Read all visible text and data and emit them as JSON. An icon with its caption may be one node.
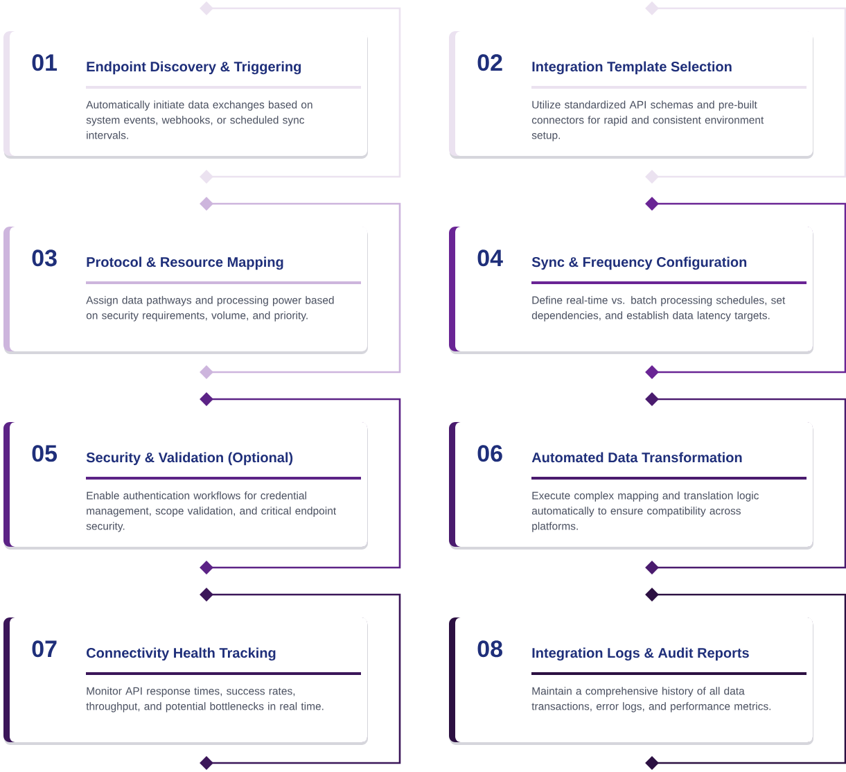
{
  "diagram": {
    "nodes": [
      {
        "text": [
          "01",
          "Endpoint Discovery & Triggering",
          "Automatically initiate data exchanges based on system events, webhooks, or scheduled sync intervals."
        ]
      },
      {
        "text": [
          "02",
          "Integration Template Selection",
          "Utilize standardized API schemas and pre-built connectors for rapid and consistent environment setup."
        ]
      },
      {
        "text": [
          "03",
          "Protocol & Resource Mapping",
          "Assign data pathways and processing power based on security requirements, volume, and priority."
        ]
      },
      {
        "text": [
          "04",
          "Sync & Frequency Configuration",
          "Define real-time vs. batch processing schedules, set dependencies, and establish data latency targets."
        ]
      },
      {
        "text": [
          "05",
          "Security & Validation (Optional)",
          "Enable authentication workflows for credential management, scope validation, and critical endpoint security."
        ]
      },
      {
        "text": [
          "06",
          "Automated Data Transformation",
          "Execute complex mapping and translation logic automatically to ensure compatibility across platforms."
        ]
      },
      {
        "text": [
          "07",
          "Connectivity Health Tracking",
          "Monitor API response times, success rates, throughput, and potential bottlenecks in real time."
        ]
      },
      {
        "text": [
          "08",
          "Integration Logs & Audit Reports",
          "Maintain a comprehensive history of all data transactions, error logs, and performance metrics."
        ]
      }
    ]
  }
}
